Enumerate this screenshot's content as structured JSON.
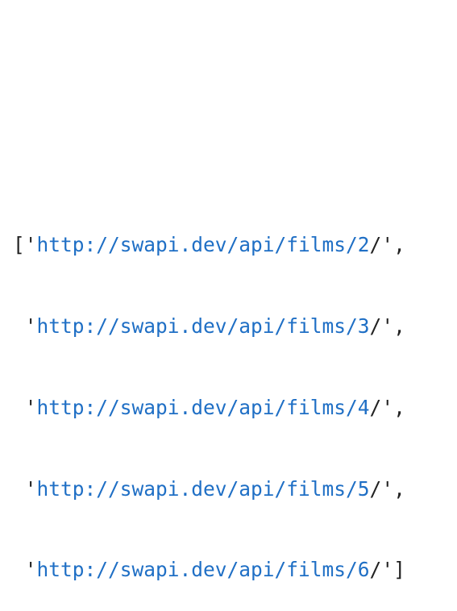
{
  "output": {
    "open_bracket": "[",
    "close_bracket": "]",
    "quote": "'",
    "separator": ",",
    "indent": " ",
    "items": [
      {
        "url": "http://swapi.dev/api/films/2",
        "tail": "/"
      },
      {
        "url": "http://swapi.dev/api/films/3",
        "tail": "/"
      },
      {
        "url": "http://swapi.dev/api/films/4",
        "tail": "/"
      },
      {
        "url": "http://swapi.dev/api/films/5",
        "tail": "/"
      },
      {
        "url": "http://swapi.dev/api/films/6",
        "tail": "/"
      }
    ]
  },
  "colors": {
    "link": "#1f6fc5",
    "text": "#222222",
    "background": "#ffffff"
  }
}
